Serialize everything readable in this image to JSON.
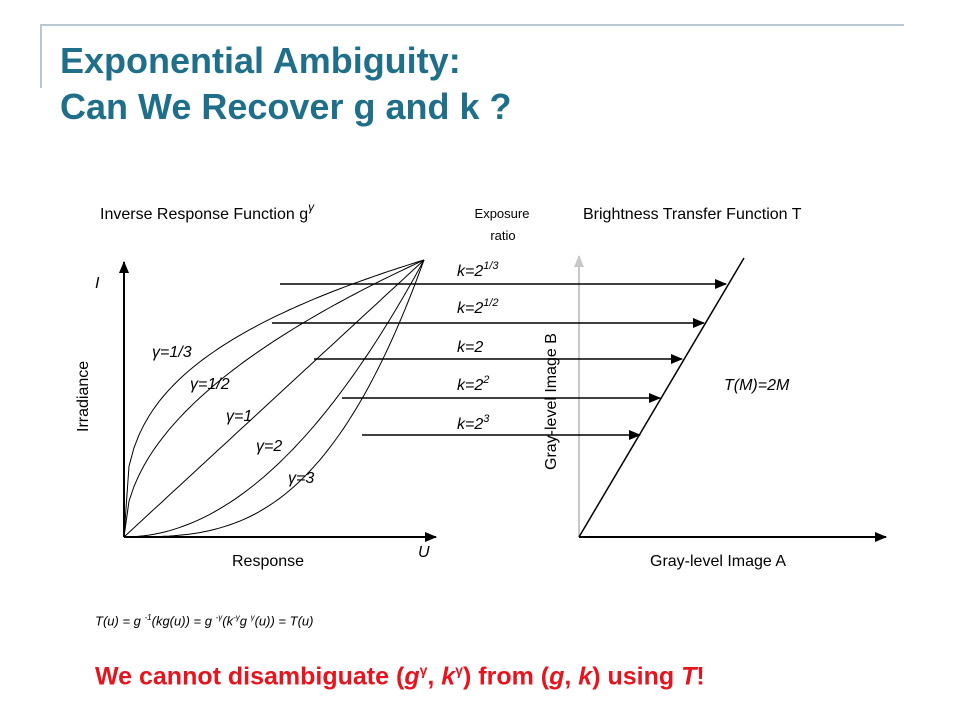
{
  "slide": {
    "title_line1": "Exponential Ambiguity:",
    "title_line2": "Can We Recover g and k ?"
  },
  "left_plot": {
    "heading": "Inverse Response Function g",
    "heading_sup": "γ",
    "y_axis_symbol": "I",
    "y_axis_label": "Irradiance",
    "x_axis_symbol": "U",
    "x_axis_label": "Response",
    "curves": [
      {
        "label": "γ=1/3",
        "gamma": 0.3333
      },
      {
        "label": "γ=1/2",
        "gamma": 0.5
      },
      {
        "label": "γ=1",
        "gamma": 1
      },
      {
        "label": "γ=2",
        "gamma": 2
      },
      {
        "label": "γ=3",
        "gamma": 3
      }
    ]
  },
  "exposure": {
    "label_line1": "Exposure",
    "label_line2": "ratio",
    "ratios": [
      {
        "base": "k=2",
        "sup": "1/3"
      },
      {
        "base": "k=2",
        "sup": "1/2"
      },
      {
        "base": "k=2",
        "sup": ""
      },
      {
        "base": "k=2",
        "sup": "2"
      },
      {
        "base": "k=2",
        "sup": "3"
      }
    ]
  },
  "right_plot": {
    "heading": "Brightness Transfer Function T",
    "y_axis_label": "Gray-level Image B",
    "x_axis_label": "Gray-level Image A",
    "line_label": "T(M)=2M"
  },
  "formula": "T(u) = g -1(kg(u)) = g -γ(k-γg γ(u)) = T(u)",
  "conclusion": "We cannot disambiguate (gγ, kγ) from (g, k) using T!",
  "colors": {
    "title": "#1f6f8b",
    "conclusion": "#e8141d"
  }
}
